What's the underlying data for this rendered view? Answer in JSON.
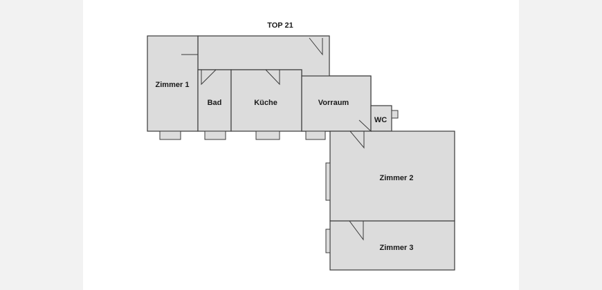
{
  "plan": {
    "title": "TOP 21",
    "rooms": {
      "zimmer1": "Zimmer 1",
      "bad": "Bad",
      "kueche": "Küche",
      "vorraum": "Vorraum",
      "wc": "WC",
      "zimmer2": "Zimmer 2",
      "zimmer3": "Zimmer 3"
    }
  },
  "colors": {
    "room_fill": "#dcdcdc",
    "wall": "#3a3a3a",
    "background": "#f2f2f2"
  }
}
